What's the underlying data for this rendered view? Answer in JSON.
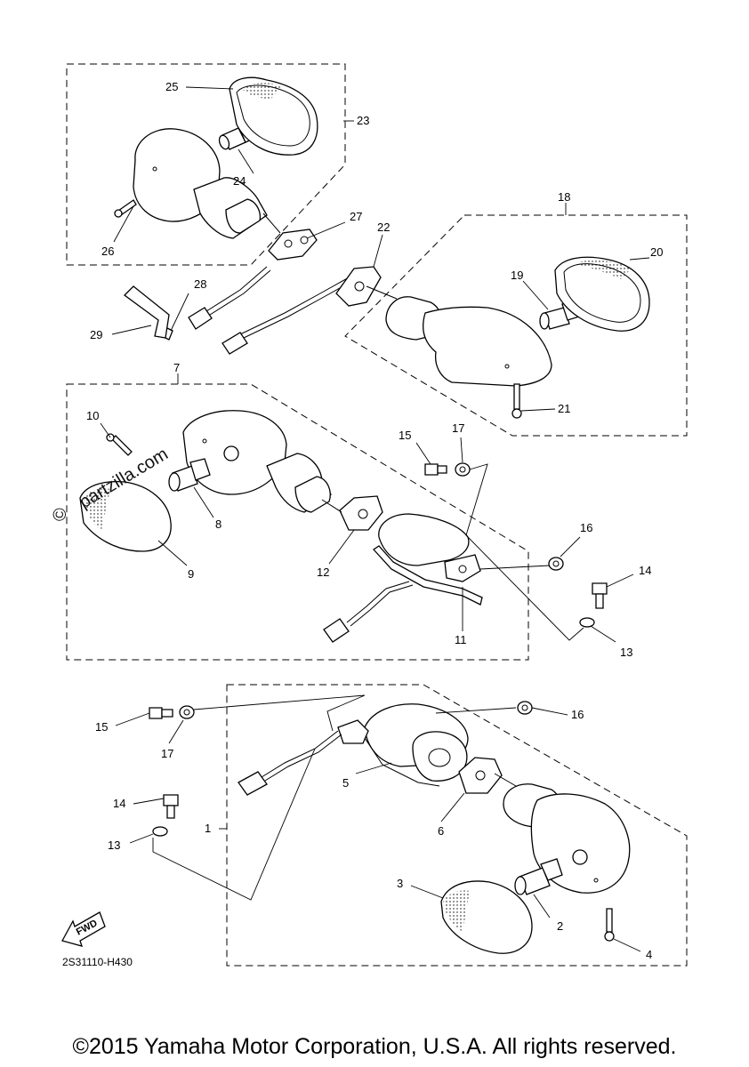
{
  "diagram_code": "2S31110-H430",
  "fwd_label": "FWD",
  "watermark": "partzilla.com",
  "watermark_symbol": "©",
  "footer": "©2015 Yamaha Motor Corporation, U.S.A. All rights reserved.",
  "callouts": {
    "c1": "1",
    "c2": "2",
    "c3": "3",
    "c4": "4",
    "c5": "5",
    "c6": "6",
    "c7": "7",
    "c8": "8",
    "c9": "9",
    "c10": "10",
    "c11": "11",
    "c12": "12",
    "c13a": "13",
    "c13b": "13",
    "c14a": "14",
    "c14b": "14",
    "c15a": "15",
    "c15b": "15",
    "c16a": "16",
    "c16b": "16",
    "c17a": "17",
    "c17b": "17",
    "c18": "18",
    "c19": "19",
    "c20": "20",
    "c21": "21",
    "c22": "22",
    "c23": "23",
    "c24": "24",
    "c25": "25",
    "c26": "26",
    "c27": "27",
    "c28": "28",
    "c29": "29"
  }
}
